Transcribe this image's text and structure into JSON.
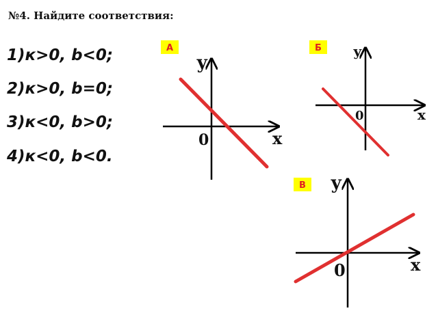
{
  "title": "№4. Найдите соответствия:",
  "conditions": [
    "1)к>0, b<0;",
    "2)к>0, b=0;",
    "3)к<0, b>0;",
    "4)к<0, b<0."
  ],
  "graphs": {
    "A": {
      "badge": "А",
      "y_label": "у",
      "x_label": "х",
      "origin_label": "0"
    },
    "B": {
      "badge": "Б",
      "y_label": "у",
      "x_label": "х",
      "origin_label": "0"
    },
    "V": {
      "badge": "В",
      "y_label": "у",
      "x_label": "х",
      "origin_label": "0"
    }
  },
  "colors": {
    "line": "#e03030",
    "axis": "#000000",
    "badge_fill": "#ffff00",
    "badge_text": "#e02020"
  }
}
